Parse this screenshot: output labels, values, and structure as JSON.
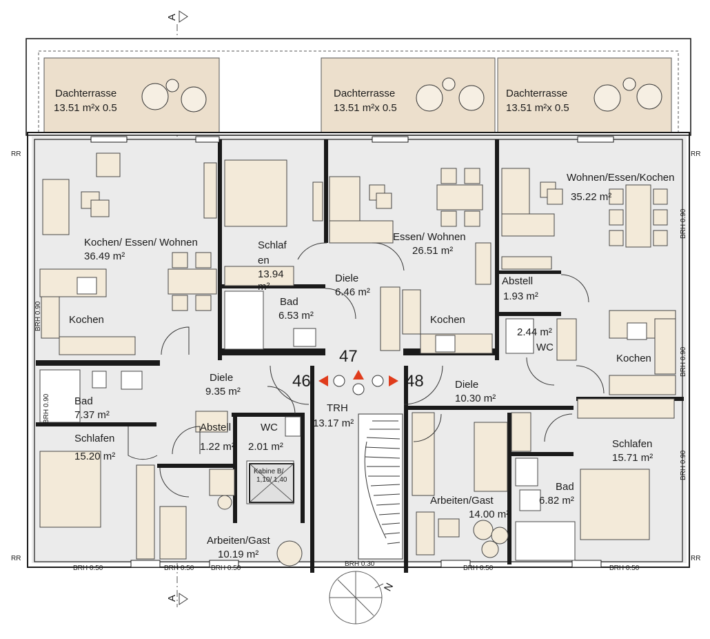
{
  "plan": {
    "section_marker": "A",
    "rr_label": "RR",
    "rooms": [
      {
        "key": "dt1_name",
        "text": "Dachterrasse"
      },
      {
        "key": "dt1_area",
        "text": "13.51 m²x 0.5"
      },
      {
        "key": "dt2_name",
        "text": "Dachterrasse"
      },
      {
        "key": "dt2_area",
        "text": "13.51 m²x 0.5"
      },
      {
        "key": "dt3_name",
        "text": "Dachterrasse"
      },
      {
        "key": "dt3_area",
        "text": "13.51 m²x 0.5"
      },
      {
        "key": "kew1_name",
        "text": "Kochen/ Essen/ Wohnen"
      },
      {
        "key": "kew1_area",
        "text": "36.49 m²"
      },
      {
        "key": "kochen1",
        "text": "Kochen"
      },
      {
        "key": "schlaf1_name1",
        "text": "Schlaf"
      },
      {
        "key": "schlaf1_name2",
        "text": "en"
      },
      {
        "key": "schlaf1_area1",
        "text": "13.94"
      },
      {
        "key": "schlaf1_area2",
        "text": "m²"
      },
      {
        "key": "bad1_name",
        "text": "Bad"
      },
      {
        "key": "bad1_area",
        "text": "6.53 m²"
      },
      {
        "key": "diele1_name",
        "text": "Diele"
      },
      {
        "key": "diele1_area",
        "text": "6.46 m²"
      },
      {
        "key": "ew_name",
        "text": "Essen/ Wohnen"
      },
      {
        "key": "ew_area",
        "text": "26.51 m²"
      },
      {
        "key": "kochen2",
        "text": "Kochen"
      },
      {
        "key": "wek_name",
        "text": "Wohnen/Essen/Kochen"
      },
      {
        "key": "wek_area",
        "text": "35.22 m²"
      },
      {
        "key": "abstell1_name",
        "text": "Abstell"
      },
      {
        "key": "abstell1_area",
        "text": "1.93 m²"
      },
      {
        "key": "wc1_area",
        "text": "2.44 m²"
      },
      {
        "key": "wc1_name",
        "text": "WC"
      },
      {
        "key": "kochen3",
        "text": "Kochen"
      },
      {
        "key": "bad2_name",
        "text": "Bad"
      },
      {
        "key": "bad2_area",
        "text": "7.37 m²"
      },
      {
        "key": "diele2_name",
        "text": "Diele"
      },
      {
        "key": "diele2_area",
        "text": "9.35 m²"
      },
      {
        "key": "abstell2_name",
        "text": "Abstell"
      },
      {
        "key": "abstell2_area",
        "text": "1.22 m²"
      },
      {
        "key": "wc2_name",
        "text": "WC"
      },
      {
        "key": "wc2_area",
        "text": "2.01 m²"
      },
      {
        "key": "trh_name",
        "text": "TRH"
      },
      {
        "key": "trh_area",
        "text": "13.17 m²"
      },
      {
        "key": "diele3_name",
        "text": "Diele"
      },
      {
        "key": "diele3_area",
        "text": "10.30 m²"
      },
      {
        "key": "schlafen2_name",
        "text": "Schlafen"
      },
      {
        "key": "schlafen2_area",
        "text": "15.20 m²"
      },
      {
        "key": "schlafen3_name",
        "text": "Schlafen"
      },
      {
        "key": "schlafen3_area",
        "text": "15.71 m²"
      },
      {
        "key": "ag1_name",
        "text": "Arbeiten/Gast"
      },
      {
        "key": "ag1_area",
        "text": "10.19 m²"
      },
      {
        "key": "ag2_name",
        "text": "Arbeiten/Gast"
      },
      {
        "key": "ag2_area",
        "text": "14.00 m²"
      },
      {
        "key": "bad3_name",
        "text": "Bad"
      },
      {
        "key": "bad3_area",
        "text": "6.82 m²"
      },
      {
        "key": "kabine1",
        "text": "Kabine B/"
      },
      {
        "key": "kabine2",
        "text": "1,10/ 1,40"
      }
    ],
    "unit_numbers": [
      "46",
      "47",
      "48"
    ],
    "brh": {
      "b050": "BRH 0.50",
      "b030": "BRH 0.30",
      "b090": "BRH 0.90"
    },
    "north": "N",
    "colors": {
      "terrace": "#ecdfcc",
      "floor": "#ebebeb",
      "furniture": "#f3ead9",
      "arrow": "#e03c1c",
      "wall": "#1a1a1a"
    }
  }
}
